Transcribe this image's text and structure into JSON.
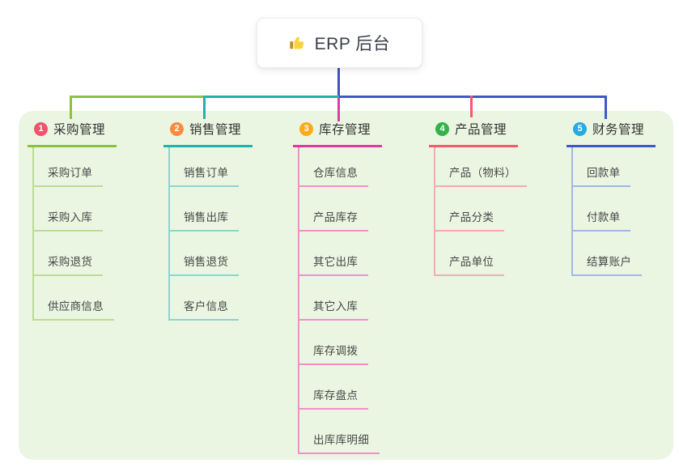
{
  "root": {
    "label": "ERP 后台",
    "icon": "thumbs-up"
  },
  "colors": {
    "page_bg": "#ffffff",
    "panel_bg": "#eaf6e2",
    "root_line": "#4150c6",
    "root_text": "#3a3f49"
  },
  "branches": [
    {
      "badge": "1",
      "title": "采购管理",
      "badge_color": "#f2536b",
      "line_color": "#8cc13f",
      "child_line_color": "#bcdc93",
      "children": [
        "采购订单",
        "采购入库",
        "采购退货",
        "供应商信息"
      ]
    },
    {
      "badge": "2",
      "title": "销售管理",
      "badge_color": "#fa8b3f",
      "line_color": "#1fb3ab",
      "child_line_color": "#8bd6cf",
      "children": [
        "销售订单",
        "销售出库",
        "销售退货",
        "客户信息"
      ]
    },
    {
      "badge": "3",
      "title": "库存管理",
      "badge_color": "#fbab19",
      "line_color": "#e03aa0",
      "child_line_color": "#f290cb",
      "children": [
        "仓库信息",
        "产品库存",
        "其它出库",
        "其它入库",
        "库存调拨",
        "库存盘点",
        "出库库明细"
      ]
    },
    {
      "badge": "4",
      "title": "产品管理",
      "badge_color": "#33b348",
      "line_color": "#f35a6b",
      "child_line_color": "#f8a9b1",
      "children": [
        "产品（物料）",
        "产品分类",
        "产品单位"
      ]
    },
    {
      "badge": "5",
      "title": "财务管理",
      "badge_color": "#29abe2",
      "line_color": "#3e57cb",
      "child_line_color": "#a2b6e8",
      "children": [
        "回款单",
        "付款单",
        "结算账户"
      ]
    }
  ]
}
